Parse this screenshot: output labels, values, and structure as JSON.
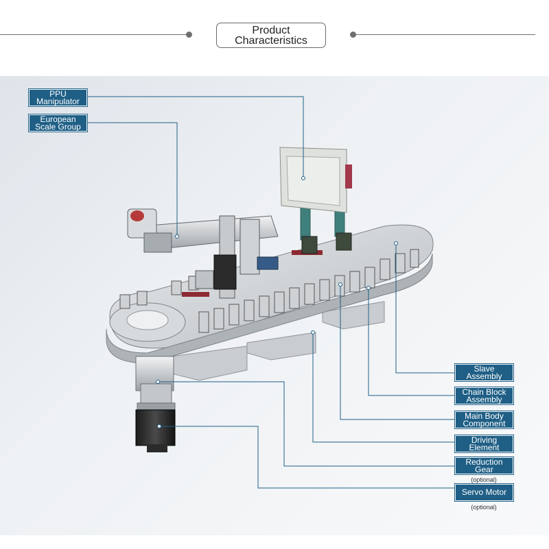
{
  "header": {
    "title_line1": "Product",
    "title_line2": "Characteristics"
  },
  "labels": {
    "ppu_line1": "PPU",
    "ppu_line2": "Manipulator",
    "european_line1": "European",
    "european_line2": "Scale Group",
    "slave_line1": "Slave",
    "slave_line2": "Assembly",
    "chain_line1": "Chain Block",
    "chain_line2": "Assembly",
    "main_line1": "Main Body",
    "main_line2": "Component",
    "driving_line1": "Driving",
    "driving_line2": "Element",
    "reduction_line1": "Reduction",
    "reduction_line2": "Gear",
    "reduction_note": "(optional)",
    "servo_line1": "Servo Motor",
    "servo_note": "(optional)"
  },
  "colors": {
    "label_bg": "#1f5f86",
    "leader_line": "#1f5f86",
    "header_rule": "#6f6f6f"
  }
}
